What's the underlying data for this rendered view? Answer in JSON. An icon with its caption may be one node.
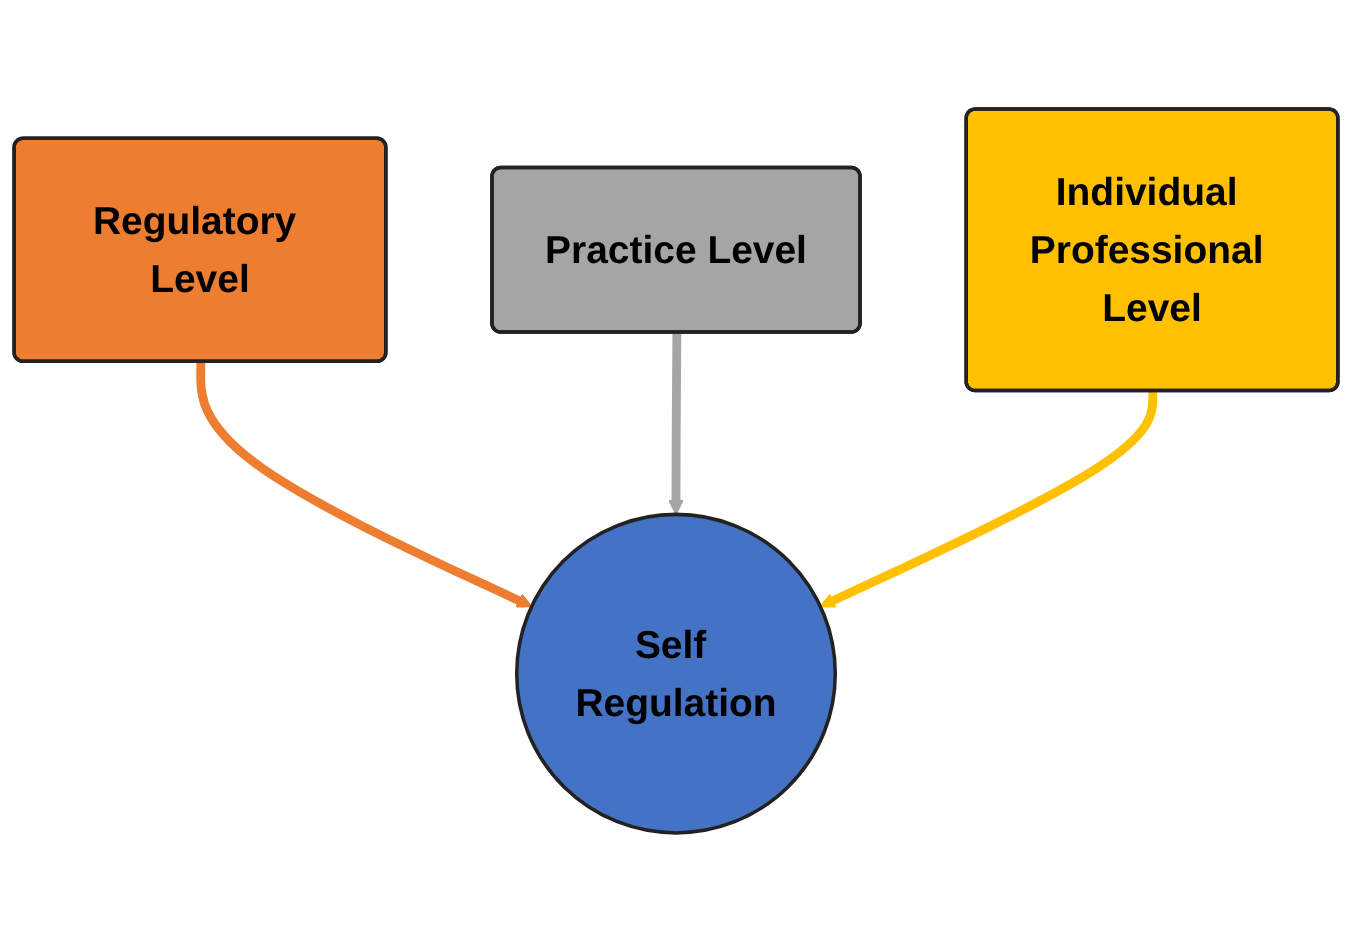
{
  "diagram": {
    "nodes": [
      {
        "text": [
          "Regulatory Level"
        ]
      },
      {
        "text": [
          "Practice Level"
        ]
      },
      {
        "text": [
          "Individual Professional Level"
        ]
      },
      {
        "text": [
          "Self Regulation"
        ]
      }
    ],
    "edges": [
      {
        "from": 0,
        "to": 3,
        "arrow": "to",
        "color": "#ed7d31"
      },
      {
        "from": 1,
        "to": 3,
        "arrow": "to",
        "color": "#a5a5a5"
      },
      {
        "from": 2,
        "to": 3,
        "arrow": "to",
        "color": "#ffc000"
      }
    ]
  }
}
